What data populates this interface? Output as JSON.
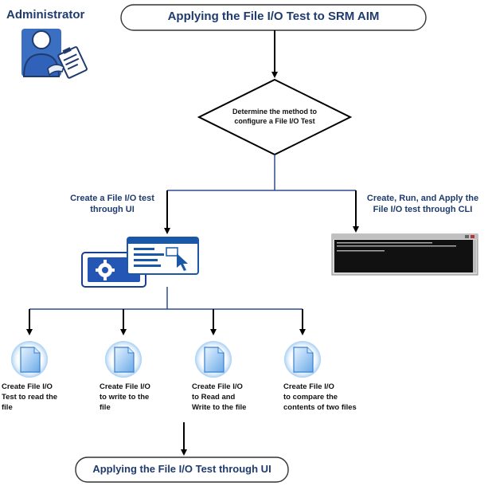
{
  "role": {
    "title": "Administrator",
    "icon": "administrator-clipboard-icon"
  },
  "start": {
    "label": "Applying the File I/O Test to SRM AIM"
  },
  "decision": {
    "line1": "Determine the method to",
    "line2": "configure a File I/O Test"
  },
  "branches": {
    "ui": {
      "line1": "Create a File I/O test",
      "line2": "through UI",
      "icon": "ui-settings-window-icon"
    },
    "cli": {
      "line1": "Create, Run, and Apply the",
      "line2": "File I/O test through CLI",
      "icon": "command-prompt-window-icon"
    }
  },
  "tasks": [
    {
      "lines": [
        "Create File I/O",
        "Test to read the",
        "file"
      ],
      "icon": "document-icon"
    },
    {
      "lines": [
        "Create File I/O",
        "to write to the",
        "file"
      ],
      "icon": "document-icon"
    },
    {
      "lines": [
        "Create File I/O",
        "to Read and",
        "Write to the file"
      ],
      "icon": "document-icon"
    },
    {
      "lines": [
        "Create File I/O",
        "to compare the",
        "contents of two files"
      ],
      "icon": "document-icon"
    }
  ],
  "end": {
    "label": "Applying the File I/O Test through UI"
  },
  "colors": {
    "line": "#2e4d8f",
    "arrow": "#000000",
    "accent": "#1a57a7",
    "text": "#1f3b6e"
  }
}
